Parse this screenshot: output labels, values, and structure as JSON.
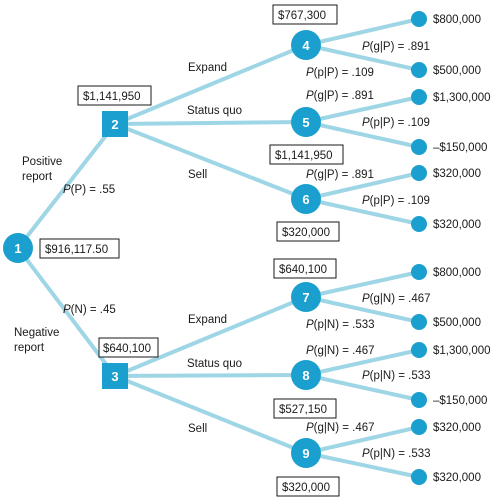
{
  "colors": {
    "edge": "#9fd6e6",
    "node": "#1a9fcf",
    "text": "#1a1a1a"
  },
  "nodes": {
    "n1": {
      "label": "1",
      "value": "$916,117.50"
    },
    "n2": {
      "label": "2",
      "value": "$1,141,950"
    },
    "n3": {
      "label": "3",
      "value": "$640,100"
    },
    "n4": {
      "label": "4",
      "value": "$767,300"
    },
    "n5": {
      "label": "5",
      "value": "$1,141,950"
    },
    "n6": {
      "label": "6",
      "value": "$320,000"
    },
    "n7": {
      "label": "7",
      "value": "$640,100"
    },
    "n8": {
      "label": "8",
      "value": "$527,150"
    },
    "n9": {
      "label": "9",
      "value": "$320,000"
    }
  },
  "branches": {
    "positive": {
      "line1": "Positive",
      "line2": "report",
      "prob_fn": "P",
      "prob_arg": "P",
      "prob_val": " = .55"
    },
    "negative": {
      "line1": "Negative",
      "line2": "report",
      "prob_fn": "P",
      "prob_arg": "N",
      "prob_val": " = .45"
    },
    "pos_decisions": {
      "expand": "Expand",
      "status_quo": "Status quo",
      "sell": "Sell"
    },
    "neg_decisions": {
      "expand": "Expand",
      "status_quo": "Status quo",
      "sell": "Sell"
    }
  },
  "probs": {
    "p4g": {
      "p": "P",
      "arg": "g|P",
      "val": " = .891"
    },
    "p4p": {
      "p": "P",
      "arg": "p|P",
      "val": " = .109"
    },
    "p5g": {
      "p": "P",
      "arg": "g|P",
      "val": " = .891"
    },
    "p5p": {
      "p": "P",
      "arg": "p|P",
      "val": " = .109"
    },
    "p6g": {
      "p": "P",
      "arg": "g|P",
      "val": " = .891"
    },
    "p6p": {
      "p": "P",
      "arg": "p|P",
      "val": " = .109"
    },
    "p7g": {
      "p": "P",
      "arg": "g|N",
      "val": " = .467"
    },
    "p7p": {
      "p": "P",
      "arg": "p|N",
      "val": " = .533"
    },
    "p8g": {
      "p": "P",
      "arg": "g|N",
      "val": " = .467"
    },
    "p8p": {
      "p": "P",
      "arg": "p|N",
      "val": " = .533"
    },
    "p9g": {
      "p": "P",
      "arg": "g|N",
      "val": " = .467"
    },
    "p9p": {
      "p": "P",
      "arg": "p|N",
      "val": " = .533"
    }
  },
  "payoffs": {
    "l1": "$800,000",
    "l2": "$500,000",
    "l3": "$1,300,000",
    "l4": "–$150,000",
    "l5": "$320,000",
    "l6": "$320,000",
    "l7": "$800,000",
    "l8": "$500,000",
    "l9": "$1,300,000",
    "l10": "–$150,000",
    "l11": "$320,000",
    "l12": "$320,000"
  }
}
